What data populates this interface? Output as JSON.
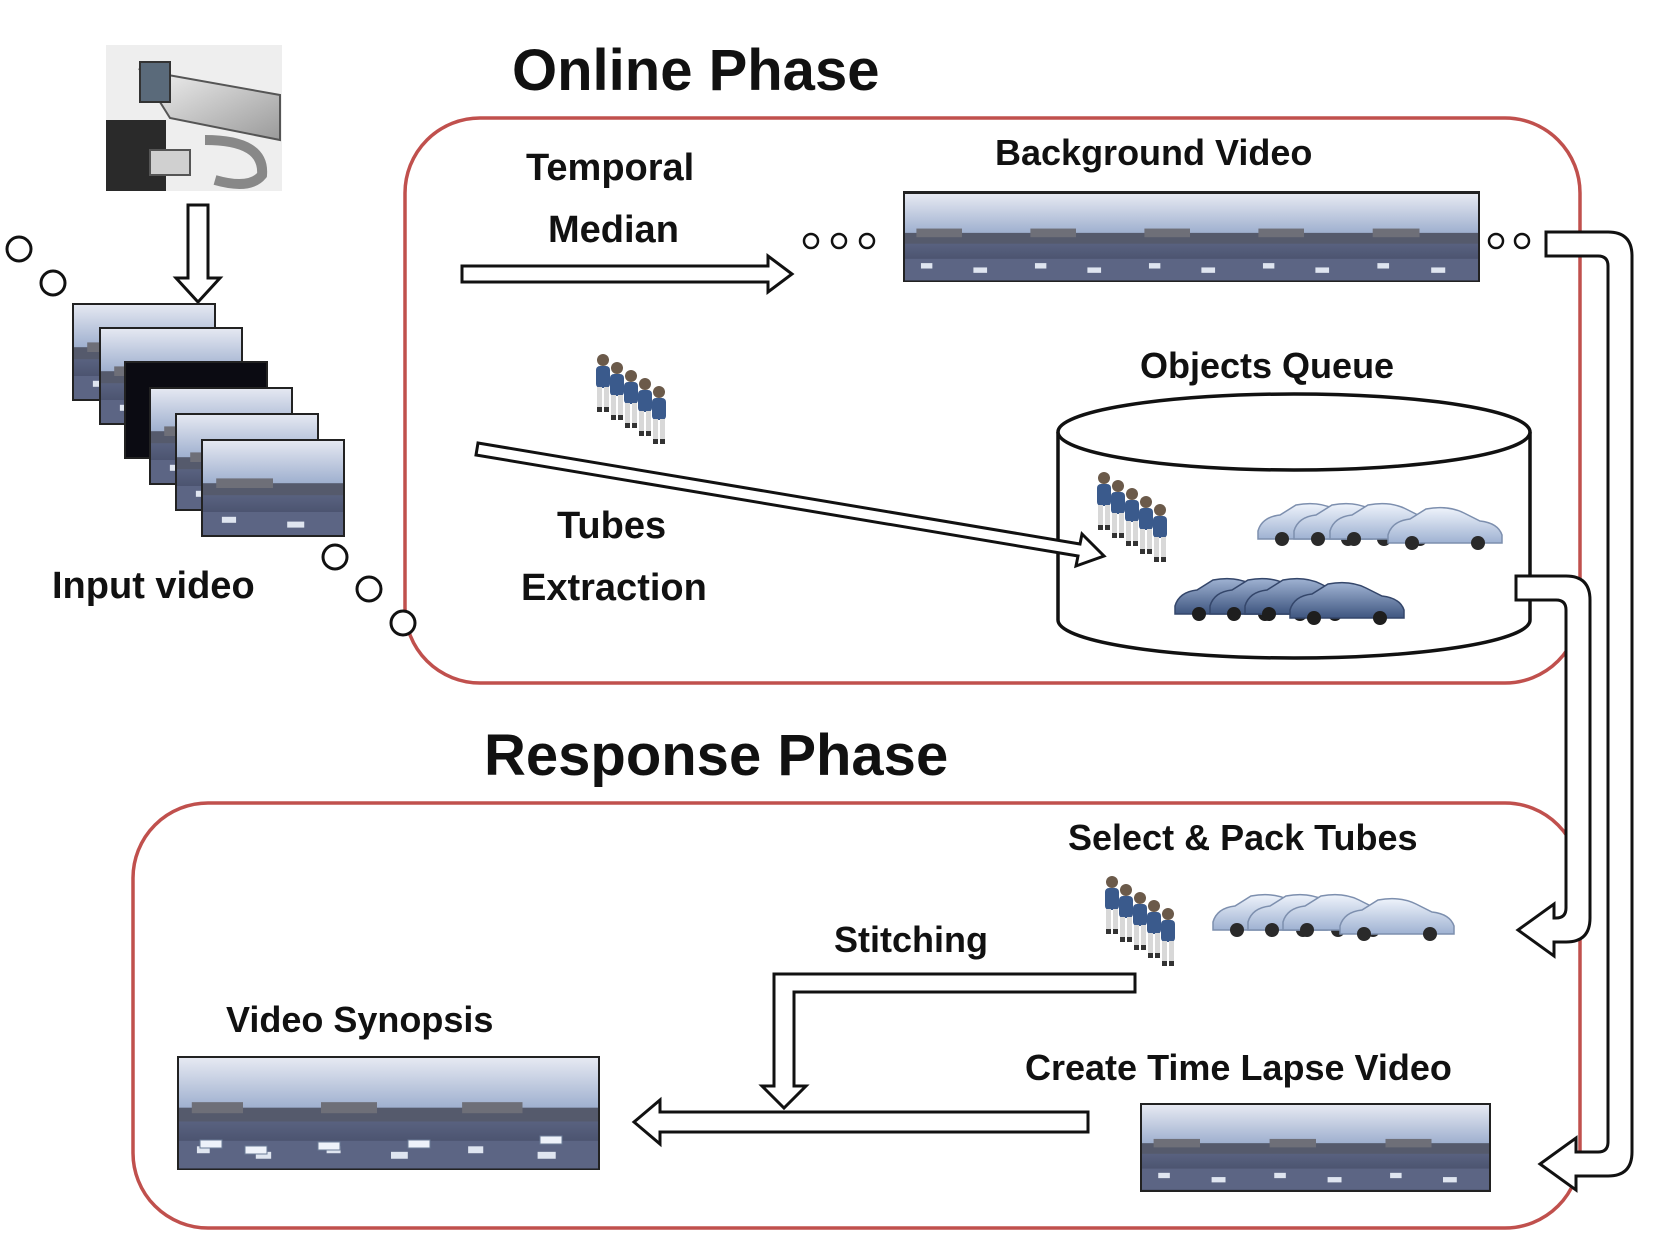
{
  "online_phase": {
    "title": "Online Phase",
    "temporal_median_line1": "Temporal",
    "temporal_median_line2": "Median",
    "background_video": "Background Video",
    "objects_queue": "Objects Queue",
    "tubes_line1": "Tubes",
    "tubes_line2": "Extraction"
  },
  "input": {
    "label": "Input video"
  },
  "response_phase": {
    "title": "Response Phase",
    "select_pack": "Select & Pack Tubes",
    "stitching": "Stitching",
    "time_lapse": "Create Time Lapse Video",
    "video_synopsis": "Video Synopsis"
  },
  "colors": {
    "phase_border": "#c0504d",
    "sky": "#9aa7c4",
    "ground": "#46506e",
    "car": "#c7d3e6",
    "person": "#3a5a8c"
  },
  "icons": [
    "security-camera-icon",
    "person-tube-icon",
    "car-tube-icon",
    "film-strip-icon",
    "cylinder-queue-icon"
  ]
}
